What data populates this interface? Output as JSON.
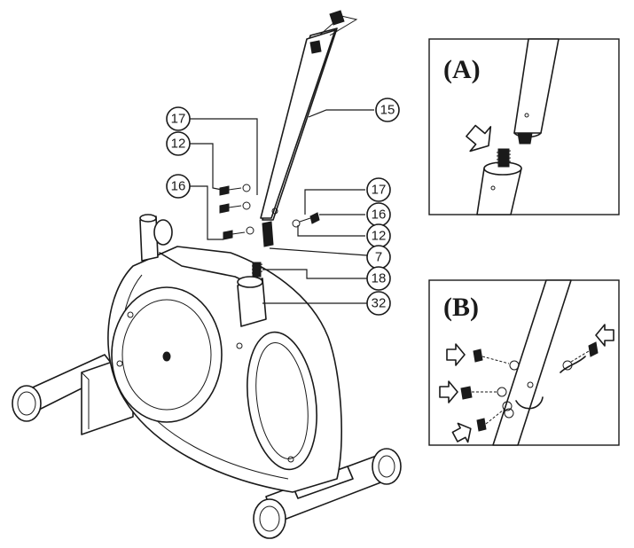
{
  "callouts": {
    "c15": "15",
    "c17a": "17",
    "c12a": "12",
    "c16a": "16",
    "c17b": "17",
    "c16b": "16",
    "c12b": "12",
    "c7": "7",
    "c18": "18",
    "c32": "32"
  },
  "insets": {
    "a_label": "(A)",
    "b_label": "(B)"
  }
}
